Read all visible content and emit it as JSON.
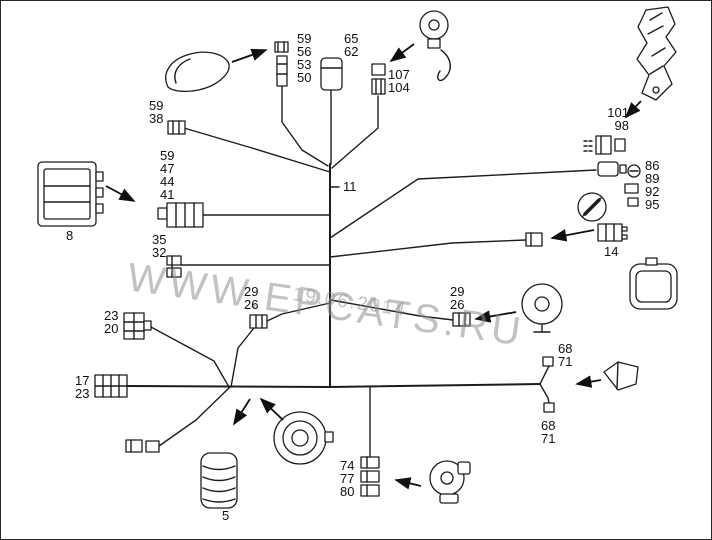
{
  "watermark": {
    "site": "WWW.EPCATS.RU",
    "date": "19.06.2014"
  },
  "callouts": {
    "mirror": [
      "59",
      "56",
      "53",
      "50"
    ],
    "c65": [
      "65",
      "62"
    ],
    "c107": [
      "107",
      "104"
    ],
    "c38": [
      "59",
      "38"
    ],
    "c41": [
      "59",
      "47",
      "44",
      "41"
    ],
    "ecu": "8",
    "c32": [
      "35",
      "32"
    ],
    "main": "11",
    "c98": [
      "101",
      "98"
    ],
    "c86": [
      "86",
      "89",
      "92",
      "95"
    ],
    "c14": "14",
    "c26l": [
      "29",
      "26"
    ],
    "c26r": [
      "29",
      "26"
    ],
    "c20": [
      "23",
      "20"
    ],
    "c17": [
      "17",
      "23"
    ],
    "c68u": [
      "68",
      "71"
    ],
    "c68d": [
      "68",
      "71"
    ],
    "c74": [
      "74",
      "77",
      "80"
    ],
    "bellows": "5"
  }
}
